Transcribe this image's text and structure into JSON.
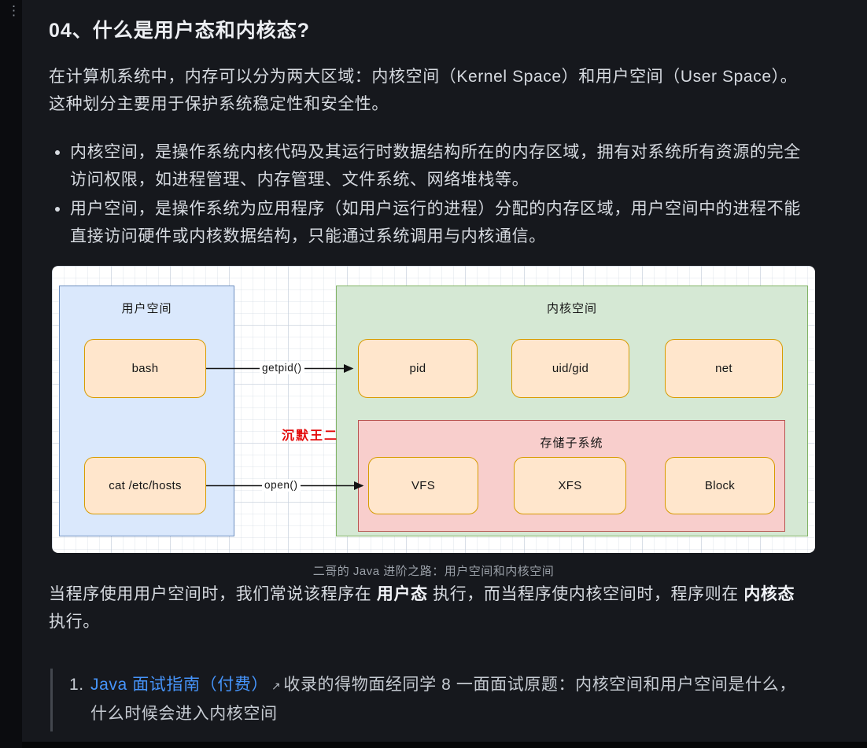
{
  "window": {
    "kebab_icon": "⋮"
  },
  "page": {
    "heading": "04、什么是用户态和内核态?",
    "para1": "在计算机系统中，内存可以分为两大区域：内核空间（Kernel Space）和用户空间（User Space）。这种划分主要用于保护系统稳定性和安全性。",
    "bullets": [
      "内核空间，是操作系统内核代码及其运行时数据结构所在的内存区域，拥有对系统所有资源的完全访问权限，如进程管理、内存管理、文件系统、网络堆栈等。",
      "用户空间，是操作系统为应用程序（如用户运行的进程）分配的内存区域，用户空间中的进程不能直接访问硬件或内核数据结构，只能通过系统调用与内核通信。"
    ],
    "caption": "二哥的 Java 进阶之路：用户空间和内核空间",
    "para2": {
      "part1": "当程序使用用户空间时，我们常说该程序在 ",
      "bold1": "用户态",
      "part2": " 执行，而当程序使内核空间时，程序则在 ",
      "bold2": "内核态",
      "part3": " 执行。"
    },
    "quote": {
      "number": "1.",
      "link_label": "Java 面试指南（付费）",
      "external_icon": "↗",
      "text": "收录的得物面经同学 8 一面面试原题：内核空间和用户空间是什么，什么时候会进入内核空间"
    }
  },
  "diagram": {
    "user_space": {
      "label": "用户空间",
      "nodes": [
        "bash",
        "cat /etc/hosts"
      ]
    },
    "kernel_space": {
      "label": "内核空间",
      "nodes": [
        "pid",
        "uid/gid",
        "net"
      ]
    },
    "storage": {
      "label": "存储子系统",
      "nodes": [
        "VFS",
        "XFS",
        "Block"
      ]
    },
    "arrows": [
      {
        "label": "getpid()"
      },
      {
        "label": "open()"
      }
    ],
    "watermark": "沉默王二",
    "colors": {
      "user_space_fill": "#dae8fc",
      "user_space_border": "#6c8ebf",
      "kernel_fill": "#d5e8d4",
      "kernel_border": "#82b366",
      "storage_fill": "#f8cecc",
      "storage_border": "#b85450",
      "node_fill": "#ffe6cc",
      "node_border": "#d79b00",
      "watermark_color": "#e30b0b",
      "link_color": "#4694fa"
    }
  }
}
